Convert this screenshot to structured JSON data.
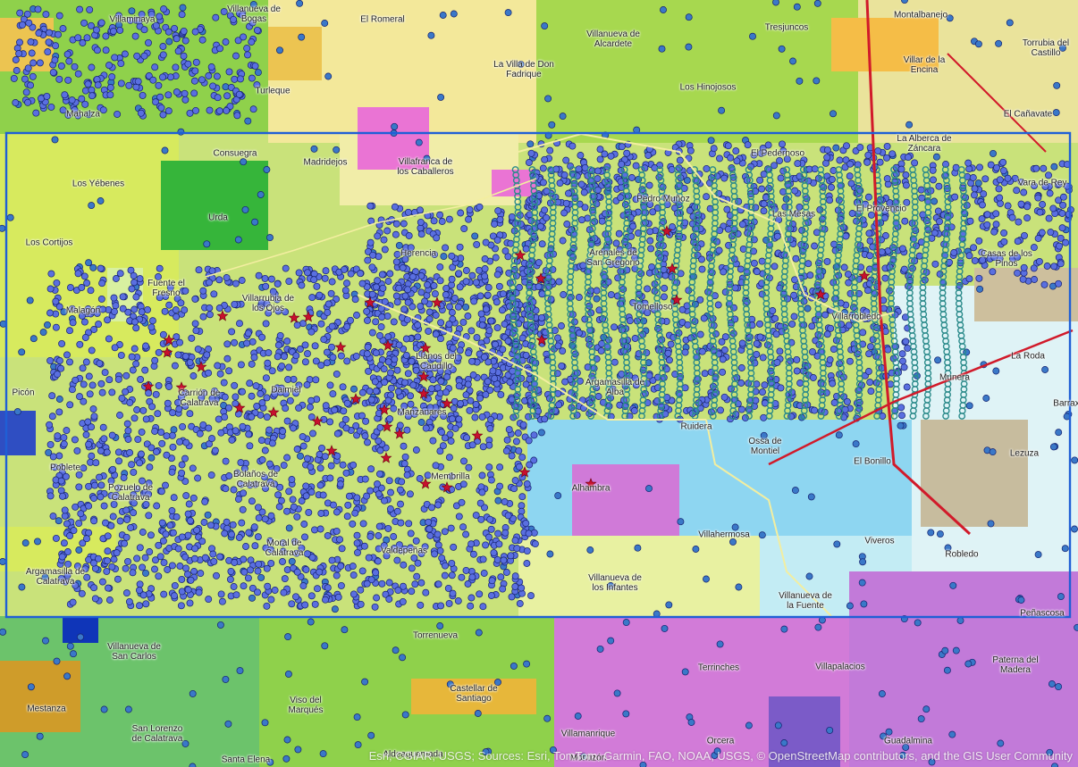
{
  "attribution": "Esri, CGIAR, USGS; Sources: Esri, TomTom, Garmin, FAO, NOAA, USGS, © OpenStreetMap contributors, and the GIS User Community",
  "colors": {
    "point_fill": "#5a6fe0",
    "point_stroke": "#14206e",
    "point_fill_sparse": "#3a78c8",
    "point_fill_teal": "#2a8a8a",
    "red_marker": "#c8102e",
    "extent_rect": "#1f5fd6",
    "road_main": "#d11a2a",
    "road_secondary": "#f3eea0"
  },
  "places": [
    {
      "id": "villaminaya",
      "name": "Villaminaya"
    },
    {
      "id": "villanueva-de-bogas",
      "name": "Villanueva de\nBogas"
    },
    {
      "id": "el-romeral",
      "name": "El Romeral"
    },
    {
      "id": "villanueva-de-alcardete",
      "name": "Villanueva de\nAlcardete"
    },
    {
      "id": "tresjuncos",
      "name": "Tresjuncos"
    },
    {
      "id": "montalbanejo",
      "name": "Montalbanejo"
    },
    {
      "id": "torrubia-del-castillo",
      "name": "Torrubia del\nCastillo"
    },
    {
      "id": "villar-de-la-encina",
      "name": "Villar de la\nEncina"
    },
    {
      "id": "la-villa-de-don-fadrique",
      "name": "La Villa de Don\nFadrique"
    },
    {
      "id": "turleque",
      "name": "Turleque"
    },
    {
      "id": "los-hinojosos",
      "name": "Los Hinojosos"
    },
    {
      "id": "mahalza",
      "name": "Mahalza"
    },
    {
      "id": "el-canavate",
      "name": "El Cañavate"
    },
    {
      "id": "consuegra",
      "name": "Consuegra"
    },
    {
      "id": "madridejos",
      "name": "Madridejos"
    },
    {
      "id": "villafranca-de-los-caballeros",
      "name": "Villafranca de\nlos Caballeros"
    },
    {
      "id": "el-pedernoso",
      "name": "El Pedernoso"
    },
    {
      "id": "la-alberca-de-zancara",
      "name": "La Alberca de\nZáncara"
    },
    {
      "id": "los-yebenes",
      "name": "Los Yébenes"
    },
    {
      "id": "pedro-munoz",
      "name": "Pedro Muñoz"
    },
    {
      "id": "urda",
      "name": "Urda"
    },
    {
      "id": "las-mesas",
      "name": "Las Mesas"
    },
    {
      "id": "el-provencio",
      "name": "El Provencio"
    },
    {
      "id": "vara-de-rey",
      "name": "Vara de Rey"
    },
    {
      "id": "los-cortijos",
      "name": "Los Cortijos"
    },
    {
      "id": "herencia",
      "name": "Herencia"
    },
    {
      "id": "arenales-de-san-gregorio",
      "name": "Arenales de\nSan Gregorio"
    },
    {
      "id": "casas-de-los-pinos",
      "name": "Casas de los\nPinos"
    },
    {
      "id": "fuente-el-fresno",
      "name": "Fuente el\nFresno"
    },
    {
      "id": "villarrubia-de-los-ojos",
      "name": "Villarrubia de\nlos Ojos"
    },
    {
      "id": "tomelloso",
      "name": "Tomelloso"
    },
    {
      "id": "malagon",
      "name": "Malagón"
    },
    {
      "id": "villarrobledo",
      "name": "Villarrobledo"
    },
    {
      "id": "llanos-del-caudillo",
      "name": "Llanos del\nCaudillo"
    },
    {
      "id": "la-roda",
      "name": "La Roda"
    },
    {
      "id": "picon",
      "name": "Picón"
    },
    {
      "id": "carrion-de-calatrava",
      "name": "Carrión de\nCalatrava"
    },
    {
      "id": "daimiel",
      "name": "Daimiel"
    },
    {
      "id": "argamasilla-de-alba",
      "name": "Argamasilla de\nAlba"
    },
    {
      "id": "munera",
      "name": "Munera"
    },
    {
      "id": "manzanares",
      "name": "Manzanares"
    },
    {
      "id": "barrax",
      "name": "Barrax"
    },
    {
      "id": "ruidera",
      "name": "Ruidera"
    },
    {
      "id": "ossa-de-montiel",
      "name": "Ossa de\nMontiel"
    },
    {
      "id": "lezuza",
      "name": "Lezuza"
    },
    {
      "id": "poblete",
      "name": "Poblete"
    },
    {
      "id": "bolanos-de-calatrava",
      "name": "Bolaños de\nCalatrava"
    },
    {
      "id": "el-bonillo",
      "name": "El Bonillo"
    },
    {
      "id": "membrilla",
      "name": "Membrilla"
    },
    {
      "id": "pozuelo-de-calatrava",
      "name": "Pozuelo de\nCalatrava"
    },
    {
      "id": "alhambra",
      "name": "Alhambra"
    },
    {
      "id": "villahermosa",
      "name": "Villahermosa"
    },
    {
      "id": "viveros",
      "name": "Viveros"
    },
    {
      "id": "moral-de-calatrava",
      "name": "Moral de\nCalatrava"
    },
    {
      "id": "valdepenas",
      "name": "Valdepeñas"
    },
    {
      "id": "argamasilla-de-calatrava",
      "name": "Argamasilla de\nCalatrava"
    },
    {
      "id": "robledo",
      "name": "Robledo"
    },
    {
      "id": "villanueva-de-los-infantes",
      "name": "Villanueva de\nlos Infantes"
    },
    {
      "id": "villanueva-de-la-fuente",
      "name": "Villanueva de\nla Fuente"
    },
    {
      "id": "penascosa",
      "name": "Peñascosa"
    },
    {
      "id": "torrenueva",
      "name": "Torrenueva"
    },
    {
      "id": "villanueva-de-san-carlos",
      "name": "Villanueva de\nSan Carlos"
    },
    {
      "id": "terrinches",
      "name": "Terrinches"
    },
    {
      "id": "villapalacios",
      "name": "Villapalacios"
    },
    {
      "id": "paterna-del-madera",
      "name": "Paterna del\nMadera"
    },
    {
      "id": "viso-del-marques",
      "name": "Viso del\nMarqués"
    },
    {
      "id": "castellar-de-santiago",
      "name": "Castellar de\nSantiago"
    },
    {
      "id": "mestanza",
      "name": "Mestanza"
    },
    {
      "id": "san-lorenzo-de-calatrava",
      "name": "San Lorenzo\nde Calatrava"
    },
    {
      "id": "villamanrique",
      "name": "Villamanrique"
    },
    {
      "id": "orcera",
      "name": "Orcera"
    },
    {
      "id": "guadalmina",
      "name": "Guadalmina"
    },
    {
      "id": "santa-elena",
      "name": "Santa Elena"
    },
    {
      "id": "aldeaquemada",
      "name": "Aldeaquemada"
    },
    {
      "id": "montizon",
      "name": "Montizón"
    }
  ]
}
